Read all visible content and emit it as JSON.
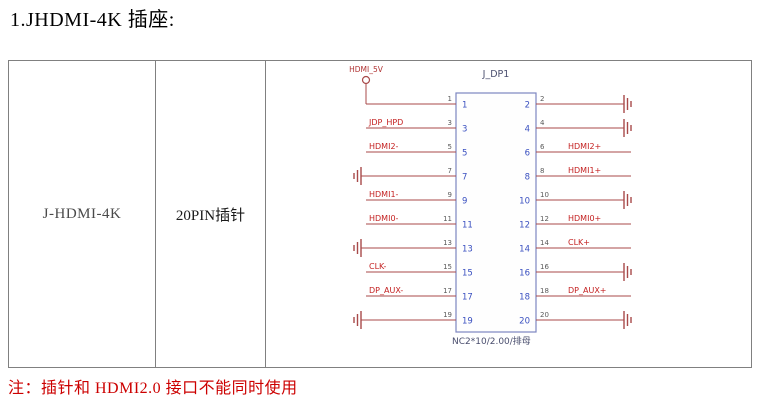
{
  "title": "1.JHDMI-4K 插座:",
  "table": {
    "part_name": "J-HDMI-4K",
    "pin_desc": "20PIN插针"
  },
  "note": "注：插针和 HDMI2.0 接口不能同时使用",
  "schematic": {
    "power_net": "HDMI_5V",
    "designator": "J_DP1",
    "footprint_label": "NC2*10/2.00/排母",
    "rows": [
      {
        "left": {
          "pin": 1,
          "type": "power"
        },
        "right": {
          "pin": 2,
          "type": "gnd"
        }
      },
      {
        "left": {
          "pin": 3,
          "type": "net",
          "label": "JDP_HPD"
        },
        "right": {
          "pin": 4,
          "type": "gnd"
        }
      },
      {
        "left": {
          "pin": 5,
          "type": "net",
          "label": "HDMI2-"
        },
        "right": {
          "pin": 6,
          "type": "net",
          "label": "HDMI2+"
        }
      },
      {
        "left": {
          "pin": 7,
          "type": "gnd"
        },
        "right": {
          "pin": 8,
          "type": "net",
          "label": "HDMI1+"
        }
      },
      {
        "left": {
          "pin": 9,
          "type": "net",
          "label": "HDMI1-"
        },
        "right": {
          "pin": 10,
          "type": "gnd"
        }
      },
      {
        "left": {
          "pin": 11,
          "type": "net",
          "label": "HDMI0-"
        },
        "right": {
          "pin": 12,
          "type": "net",
          "label": "HDMI0+"
        }
      },
      {
        "left": {
          "pin": 13,
          "type": "gnd"
        },
        "right": {
          "pin": 14,
          "type": "net",
          "label": "CLK+"
        }
      },
      {
        "left": {
          "pin": 15,
          "type": "net",
          "label": "CLK-"
        },
        "right": {
          "pin": 16,
          "type": "gnd"
        }
      },
      {
        "left": {
          "pin": 17,
          "type": "net",
          "label": "DP_AUX-"
        },
        "right": {
          "pin": 18,
          "type": "net",
          "label": "DP_AUX+"
        }
      },
      {
        "left": {
          "pin": 19,
          "type": "gnd"
        },
        "right": {
          "pin": 20,
          "type": "gnd"
        }
      }
    ],
    "colors": {
      "wire": "#a84a4a",
      "net_label": "#c42222",
      "power_label": "#b03434",
      "connector_border": "#7d86c0",
      "connector_fill": "#fefefe",
      "pin_number_inside": "#3a50c0",
      "pin_number_outside": "#5a5a5a",
      "designator": "#4a4e6e"
    }
  }
}
